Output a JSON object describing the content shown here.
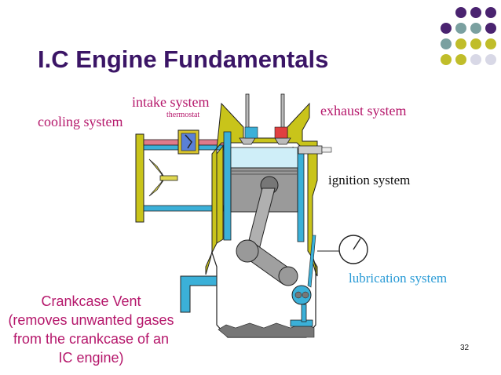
{
  "slide": {
    "title": "I.C Engine Fundamentals",
    "page_number": "32"
  },
  "labels": {
    "intake": "intake system",
    "cooling": "cooling system",
    "thermostat": "thermostat",
    "exhaust": "exhaust system",
    "ignition": "ignition system",
    "lubrication": "lubrication system"
  },
  "crankcase_vent": {
    "lines": [
      "Crankcase Vent",
      "(removes unwanted gases",
      "from the crankcase of an",
      "IC engine)"
    ]
  },
  "colors": {
    "title": "#3b1566",
    "label": "#b5176b",
    "lubrication_label": "#2a9bd6",
    "engine_body": "#c9c41a",
    "coolant": "#3bb0d8",
    "purple_dot": "#4a2370",
    "yellow_dot": "#c0bd2a",
    "teal_dot": "#7aa0a0",
    "grey_dot": "#d8d8e6"
  },
  "icons": [
    "fan-icon",
    "gauge-icon",
    "spark-plug-icon",
    "oil-pump-icon"
  ]
}
